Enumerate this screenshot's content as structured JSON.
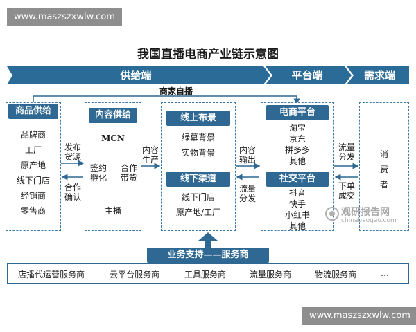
{
  "watermark_top": "www.maszszxwlw.com",
  "watermark_bottom": "www.maszszxwlw.com",
  "title": "我国直播电商产业链示意图",
  "bands": {
    "supply": "供给端",
    "platform": "平台端",
    "demand": "需求端"
  },
  "merchant_self_live": "商家自播",
  "product_supply": {
    "header": "商品供给",
    "items": [
      "品牌商",
      "工厂",
      "原产地",
      "线下门店",
      "经销商",
      "零售商"
    ]
  },
  "arrow_publish": [
    "发布",
    "货源"
  ],
  "arrow_cooperate": [
    "合作",
    "确认"
  ],
  "content_supply": {
    "header": "内容供给",
    "mcn": "MCN",
    "anchor": "主播",
    "sign": [
      "签约",
      "孵化"
    ],
    "coop": [
      "合作",
      "带货"
    ]
  },
  "arrow_content_produce": [
    "内容",
    "生产"
  ],
  "online_scene": {
    "header": "线上布景",
    "items": [
      "绿幕背景",
      "实物背景"
    ]
  },
  "offline_channel": {
    "header": "线下渠道",
    "items": [
      "线下门店",
      "原产地/工厂"
    ]
  },
  "arrow_content_output": [
    "内容",
    "输出"
  ],
  "arrow_traffic_distribute": [
    "流量",
    "分发"
  ],
  "ecommerce_platform": {
    "header": "电商平台",
    "items": [
      "淘宝",
      "京东",
      "拼多多",
      "其他"
    ]
  },
  "social_platform": {
    "header": "社交平台",
    "items": [
      "抖音",
      "快手",
      "小红书",
      "其他"
    ]
  },
  "arrow_traffic_distribute_right": [
    "流量",
    "分发"
  ],
  "arrow_order_deal": [
    "下单",
    "成交"
  ],
  "consumer": [
    "消",
    "费",
    "者"
  ],
  "logo": {
    "name": "观研报告网",
    "url": "chinabaogao.com"
  },
  "services": {
    "header": "业务支持——服务商",
    "items": [
      "店播代运营服务商",
      "云平台服务商",
      "工具服务商",
      "流量服务商",
      "物流服务商",
      "…"
    ]
  },
  "colors": {
    "primary": "#2f6893",
    "border": "#3b78a8",
    "band": "#2a6c97"
  }
}
